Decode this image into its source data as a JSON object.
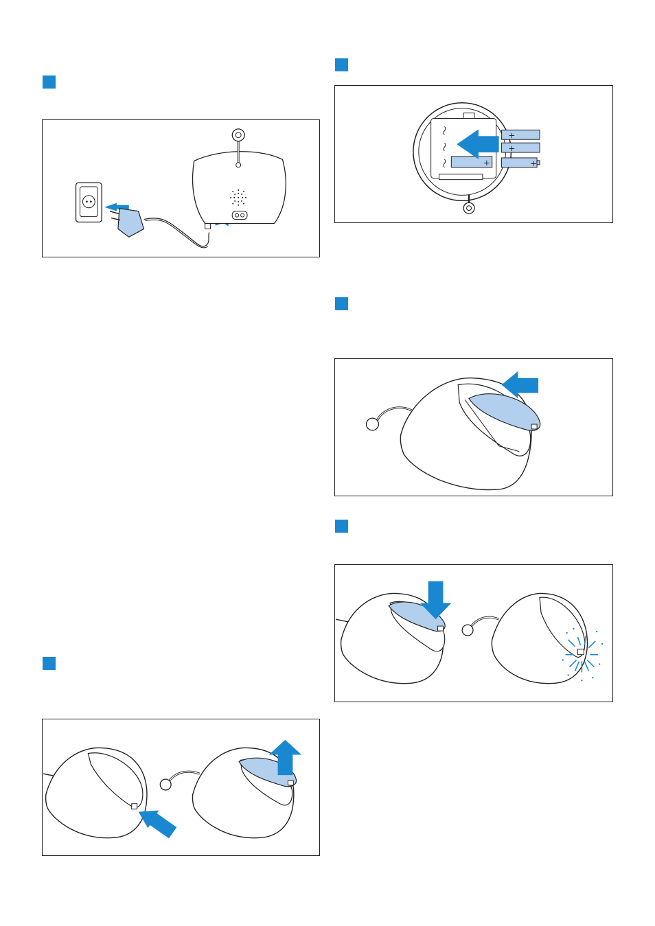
{
  "colors": {
    "marker": "#1a88d0",
    "arrow": "#1a88d0",
    "fill_light": "#b3cfee",
    "line": "#231f20"
  },
  "markers": [
    {
      "icon": "step-marker-square"
    },
    {
      "icon": "step-marker-square"
    },
    {
      "icon": "step-marker-square"
    },
    {
      "icon": "step-marker-square"
    },
    {
      "icon": "step-marker-square"
    }
  ],
  "figures": [
    {
      "icon": "power-adapter-connection-illustration"
    },
    {
      "icon": "battery-insertion-illustration"
    },
    {
      "icon": "battery-cover-slide-illustration"
    },
    {
      "icon": "battery-cover-close-illustration"
    },
    {
      "icon": "battery-cover-open-illustration"
    }
  ]
}
